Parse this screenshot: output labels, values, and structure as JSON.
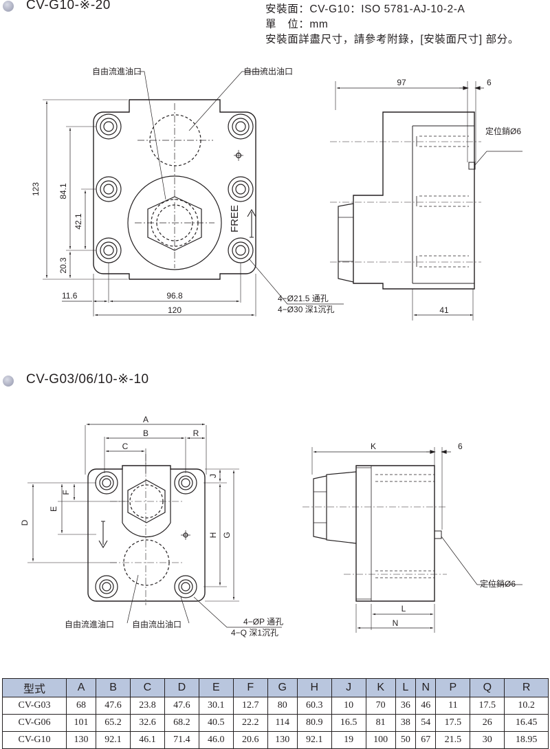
{
  "section1": {
    "title": "CV-G10-※-20",
    "mount_face": "安裝面：CV-G10：ISO 5781-AJ-10-2-A",
    "unit": "單　位：mm",
    "note": "安裝面詳盡尺寸，請參考附錄，[安裝面尺寸] 部分。",
    "labels": {
      "free_in": "自由流進油口",
      "free_out": "自由流出油口",
      "free": "FREE",
      "pin": "定位銷Ø6",
      "hole1": "4−Ø21.5 通孔",
      "hole2": "4−Ø30 深1沉孔"
    },
    "dims": {
      "d123": "123",
      "d84_1": "84.1",
      "d42_1": "42.1",
      "d20_3": "20.3",
      "d11_6": "11.6",
      "d96_8": "96.8",
      "d120": "120",
      "d97": "97",
      "d6": "6",
      "d41": "41"
    }
  },
  "section2": {
    "title": "CV-G03/06/10-※-10",
    "labels": {
      "free_in": "自由流進油口",
      "free_out": "自由流出油口",
      "pin": "定位銷Ø6",
      "hole1": "4−ØP 通孔",
      "hole2": "4−Q 深1沉孔"
    },
    "dims": {
      "A": "A",
      "B": "B",
      "C": "C",
      "R": "R",
      "D": "D",
      "E": "E",
      "F": "F",
      "H": "H",
      "G": "G",
      "J": "J",
      "K": "K",
      "d6": "6",
      "L": "L",
      "N": "N"
    }
  },
  "table": {
    "headers": [
      "型式",
      "A",
      "B",
      "C",
      "D",
      "E",
      "F",
      "G",
      "H",
      "J",
      "K",
      "L",
      "N",
      "P",
      "Q",
      "R"
    ],
    "rows": [
      [
        "CV-G03",
        "68",
        "47.6",
        "23.8",
        "47.6",
        "30.1",
        "12.7",
        "80",
        "60.3",
        "10",
        "70",
        "36",
        "46",
        "11",
        "17.5",
        "10.2"
      ],
      [
        "CV-G06",
        "101",
        "65.2",
        "32.6",
        "68.2",
        "40.5",
        "22.2",
        "114",
        "80.9",
        "16.5",
        "81",
        "38",
        "54",
        "17.5",
        "26",
        "16.45"
      ],
      [
        "CV-G10",
        "130",
        "92.1",
        "46.1",
        "71.4",
        "46.0",
        "20.6",
        "130",
        "92.1",
        "19",
        "100",
        "50",
        "67",
        "21.5",
        "30",
        "18.95"
      ]
    ]
  }
}
